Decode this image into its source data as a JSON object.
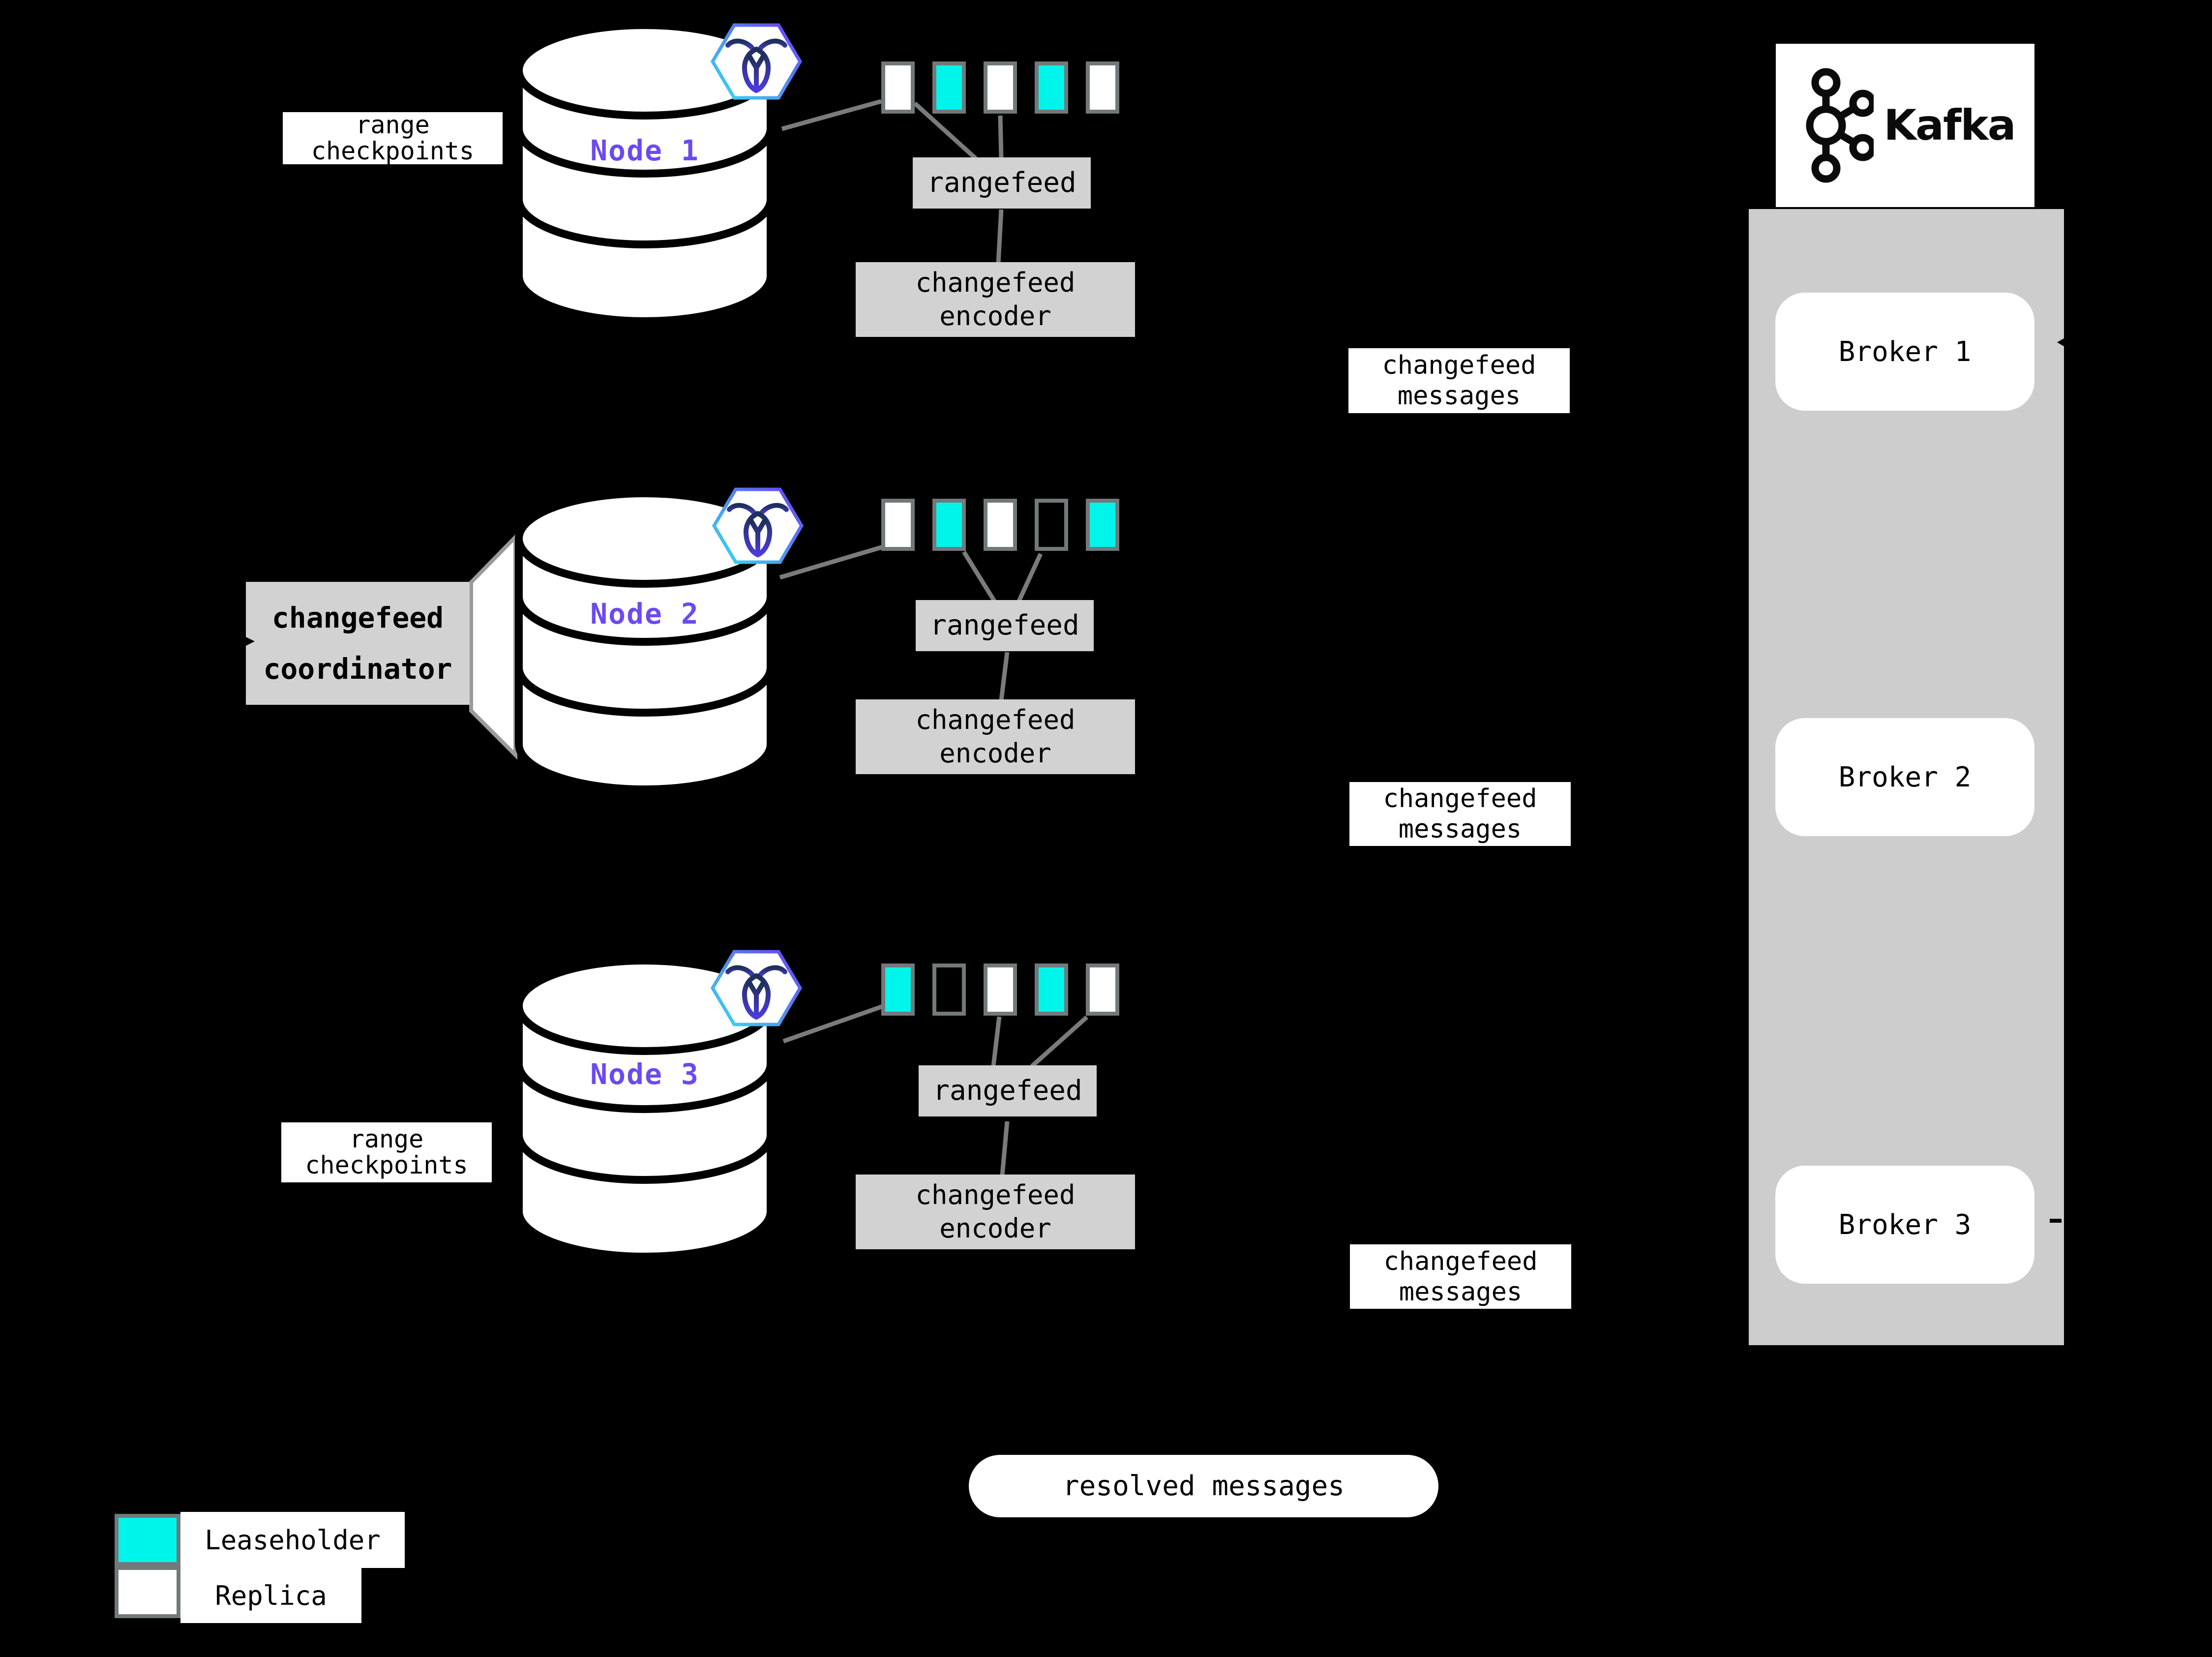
{
  "diagram": {
    "nodes": [
      {
        "label": "Node 1",
        "ranges": [
          "replica",
          "leaseholder",
          "replica",
          "leaseholder",
          "replica"
        ]
      },
      {
        "label": "Node 2",
        "ranges": [
          "replica",
          "leaseholder",
          "replica",
          "empty",
          "leaseholder"
        ]
      },
      {
        "label": "Node 3",
        "ranges": [
          "leaseholder",
          "empty",
          "replica",
          "leaseholder",
          "replica"
        ]
      }
    ],
    "rangefeed_label": "rangefeed",
    "encoder_label_line1": "changefeed",
    "encoder_label_line2": "encoder",
    "messages_label_line1": "changefeed",
    "messages_label_line2": "messages",
    "checkpoints_label_line1": "range",
    "checkpoints_label_line2": "checkpoints",
    "coordinator_label_line1": "changefeed",
    "coordinator_label_line2": "coordinator",
    "resolved_messages_label": "resolved messages",
    "kafka": {
      "wordmark": "Kafka",
      "brokers": [
        "Broker 1",
        "Broker 2",
        "Broker 3"
      ]
    },
    "legend": [
      {
        "kind": "leaseholder",
        "label": "Leaseholder"
      },
      {
        "kind": "replica",
        "label": "Replica"
      }
    ],
    "colors": {
      "leaseholder": "#00f5ea",
      "replica": "#ffffff",
      "node_text": "#6b4af1",
      "box_gray": "#d2d2d2",
      "panel_gray": "#cdcdcd",
      "line_gray": "#7b7b7b"
    }
  }
}
